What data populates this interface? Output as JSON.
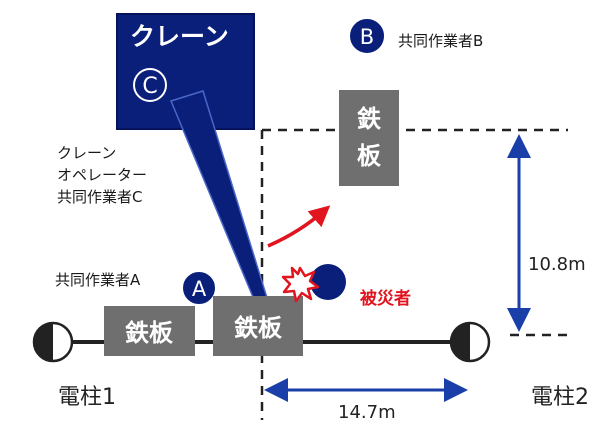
{
  "crane": {
    "label": "クレーン",
    "operator_mark": "C"
  },
  "workers": {
    "a": {
      "mark": "A",
      "label": "共同作業者A"
    },
    "b": {
      "mark": "B",
      "label": "共同作業者B"
    },
    "c_lines": [
      "クレーン",
      "オペレーター",
      "共同作業者C"
    ]
  },
  "plates": {
    "left": "鉄板",
    "center": "鉄板",
    "upper": [
      "鉄",
      "板"
    ]
  },
  "victim": {
    "label": "被災者"
  },
  "poles": {
    "left": "電柱1",
    "right": "電柱2"
  },
  "dimensions": {
    "vertical": "10.8m",
    "horizontal": "14.7m"
  },
  "colors": {
    "navy": "#0a1f7a",
    "gray": "#6f6f6f",
    "red": "#e0151f",
    "arrow_blue": "#1a3fa8"
  },
  "icons": [
    "crane-boom",
    "collision-burst-icon",
    "curved-arrow-icon",
    "utility-pole-icon"
  ]
}
